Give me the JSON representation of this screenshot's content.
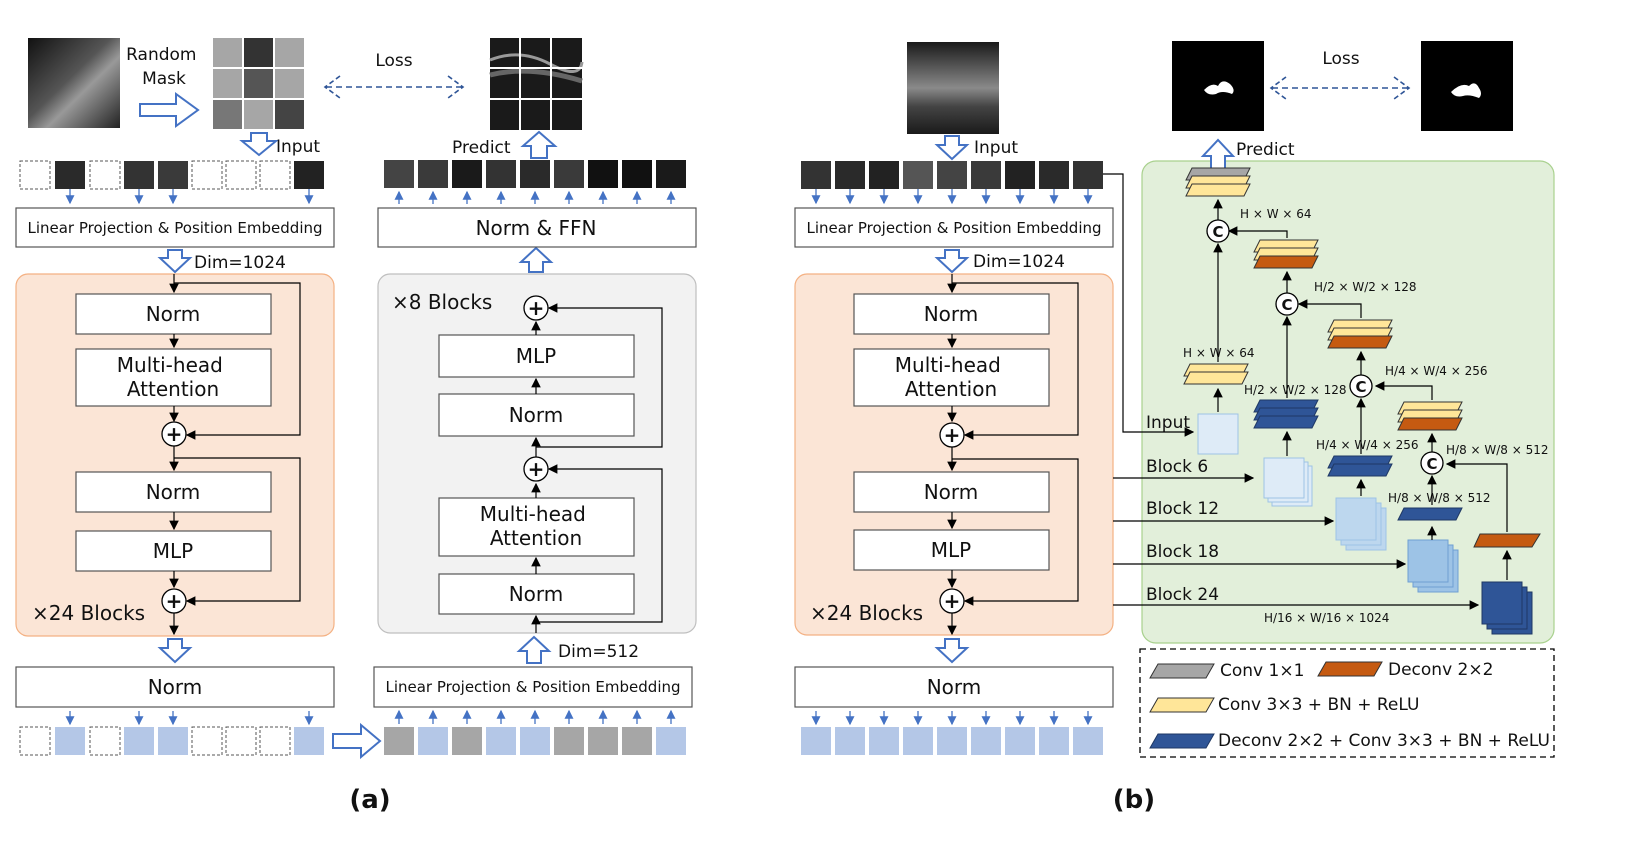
{
  "panel_a": {
    "caption": "(a)",
    "random_mask": "Random\nMask",
    "loss": "Loss",
    "input": "Input",
    "predict": "Predict",
    "encoder_embed": "Linear Projection & Position Embedding",
    "encoder_dim": "Dim=1024",
    "encoder_norm1": "Norm",
    "encoder_mha": "Multi-head\nAttention",
    "encoder_norm2": "Norm",
    "encoder_mlp": "MLP",
    "encoder_blocks": "×24 Blocks",
    "encoder_out_norm": "Norm",
    "decoder_head": "Norm & FFN",
    "decoder_blocks": "×8 Blocks",
    "decoder_mlp": "MLP",
    "decoder_norm2": "Norm",
    "decoder_mha": "Multi-head\nAttention",
    "decoder_norm1": "Norm",
    "decoder_dim": "Dim=512",
    "decoder_embed": "Linear Projection & Position Embedding"
  },
  "panel_b": {
    "caption": "(b)",
    "input": "Input",
    "loss": "Loss",
    "predict": "Predict",
    "encoder_embed": "Linear Projection & Position Embedding",
    "encoder_dim": "Dim=1024",
    "encoder_norm1": "Norm",
    "encoder_mha": "Multi-head\nAttention",
    "encoder_norm2": "Norm",
    "encoder_mlp": "MLP",
    "encoder_blocks": "×24 Blocks",
    "encoder_out_norm": "Norm",
    "decoder_input": "Input",
    "block6": "Block 6",
    "block12": "Block 12",
    "block18": "Block 18",
    "block24": "Block 24",
    "concat": "C",
    "dims": {
      "d1": "H × W × 64",
      "d2": "H/2 × W/2 × 128",
      "d3": "H × W × 64",
      "d4": "H/2 × W/2 × 128",
      "d5": "H/4 × W/4 × 256",
      "d6": "H/4 × W/4 × 256",
      "d7": "H/8 × W/8 × 512",
      "d8": "H/8 × W/8 × 512",
      "d9": "H/16 × W/16 × 1024"
    },
    "legend": {
      "conv1": "Conv 1×1",
      "deconv": "Deconv 2×2",
      "conv3": "Conv 3×3 + BN + ReLU",
      "deconv_conv": "Deconv 2×2 + Conv 3×3 + BN + ReLU"
    }
  },
  "colors": {
    "encoder_bg": "#fbe5d6",
    "encoder_border": "#f4b183",
    "decoder_bg": "#f2f2f2",
    "unet_bg": "#e2efda",
    "unet_border": "#a9d18e",
    "patch_blue": "#b4c7e7",
    "patch_gray": "#a6a6a6",
    "arrow_blue": "#4472c4",
    "conv1_gray": "#a6a6a6",
    "deconv_orange": "#c55a11",
    "conv3_yellow": "#ffe699",
    "deconv_blue": "#2f5597"
  }
}
